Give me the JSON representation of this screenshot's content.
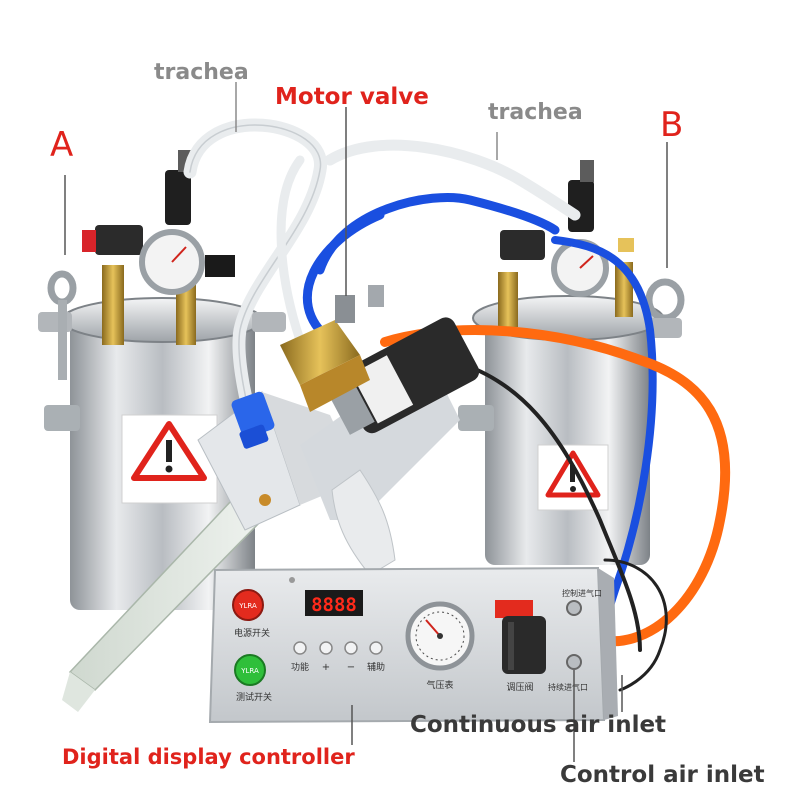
{
  "labels": {
    "trachea_left": "trachea",
    "motor_valve": "Motor valve",
    "trachea_right": "trachea",
    "tank_a": "A",
    "tank_b": "B",
    "continuous_air": "Continuous air inlet",
    "control_air": "Control air inlet",
    "digital_controller": "Digital display controller"
  },
  "controller": {
    "display_value": "8888",
    "power_button_text": "YLRA",
    "power_switch_label": "电源开关",
    "test_button_text": "YLRA",
    "test_switch_label": "测试开关",
    "key_function": "功能",
    "key_plus": "+",
    "key_minus": "−",
    "key_aux": "辅助",
    "gauge_label": "气压表",
    "regulator_label": "调压阀",
    "outlet_label": "持续进气口",
    "control_port_label": "控制进气口"
  },
  "colors": {
    "label_red": "#e0231c",
    "label_gray": "#8a8a8a",
    "tube_blue": "#1a4fe0",
    "tube_orange": "#ff6a10",
    "steel": "#c9ccd0"
  }
}
